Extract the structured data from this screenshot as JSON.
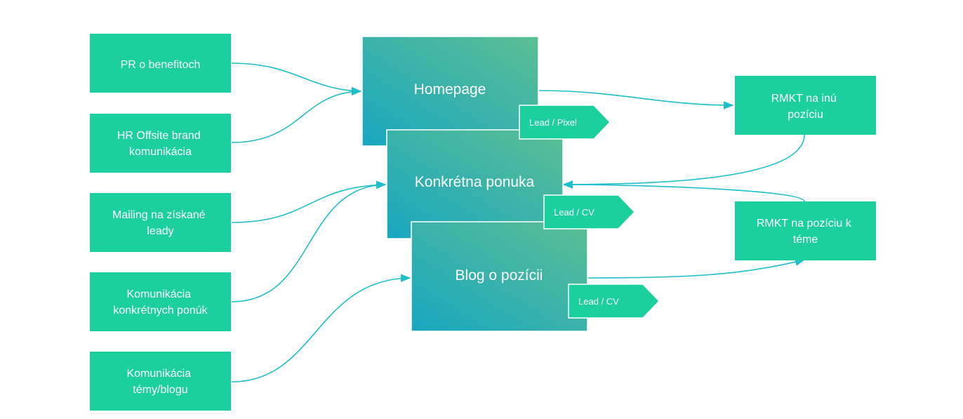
{
  "colors": {
    "source_box": "#1ccf9e",
    "page_gradient_start": "#5cbf94",
    "page_gradient_end": "#18a6c0",
    "connector": "#1fbfc9",
    "text": "#ffffff"
  },
  "sources": [
    {
      "lines": [
        "PR o benefitoch"
      ]
    },
    {
      "lines": [
        "HR Offsite brand",
        "komunikácia"
      ]
    },
    {
      "lines": [
        "Mailing na získané",
        "leady"
      ]
    },
    {
      "lines": [
        "Komunikácia",
        "konkrétnych ponúk"
      ]
    },
    {
      "lines": [
        "Komunikácia",
        "témy/blogu"
      ]
    }
  ],
  "pages": [
    {
      "label": "Homepage",
      "tag": "Lead / Pixel"
    },
    {
      "label": "Konkrétna ponuka",
      "tag": "Lead / CV"
    },
    {
      "label": "Blog o pozícii",
      "tag": "Lead / CV"
    }
  ],
  "remarketing": [
    {
      "lines": [
        "RMKT na inú",
        "pozíciu"
      ]
    },
    {
      "lines": [
        "RMKT na pozíciu k",
        "téme"
      ]
    }
  ]
}
